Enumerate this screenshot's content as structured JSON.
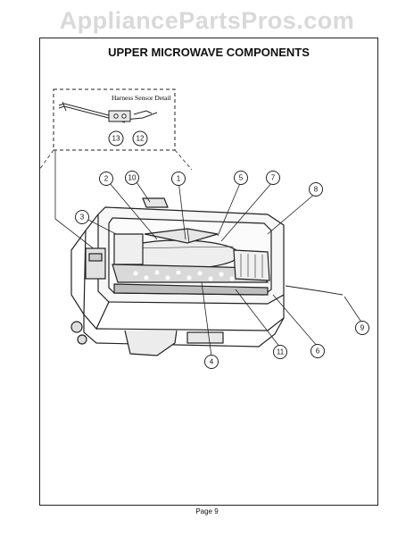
{
  "watermark": "AppliancePartsPros.com",
  "title": "UPPER MICROWAVE COMPONENTS",
  "detail_label": "Harness Sensor Detail",
  "footer": "Page 9",
  "callouts": [
    "1",
    "2",
    "3",
    "4",
    "5",
    "6",
    "7",
    "8",
    "9",
    "10",
    "11",
    "12",
    "13"
  ]
}
